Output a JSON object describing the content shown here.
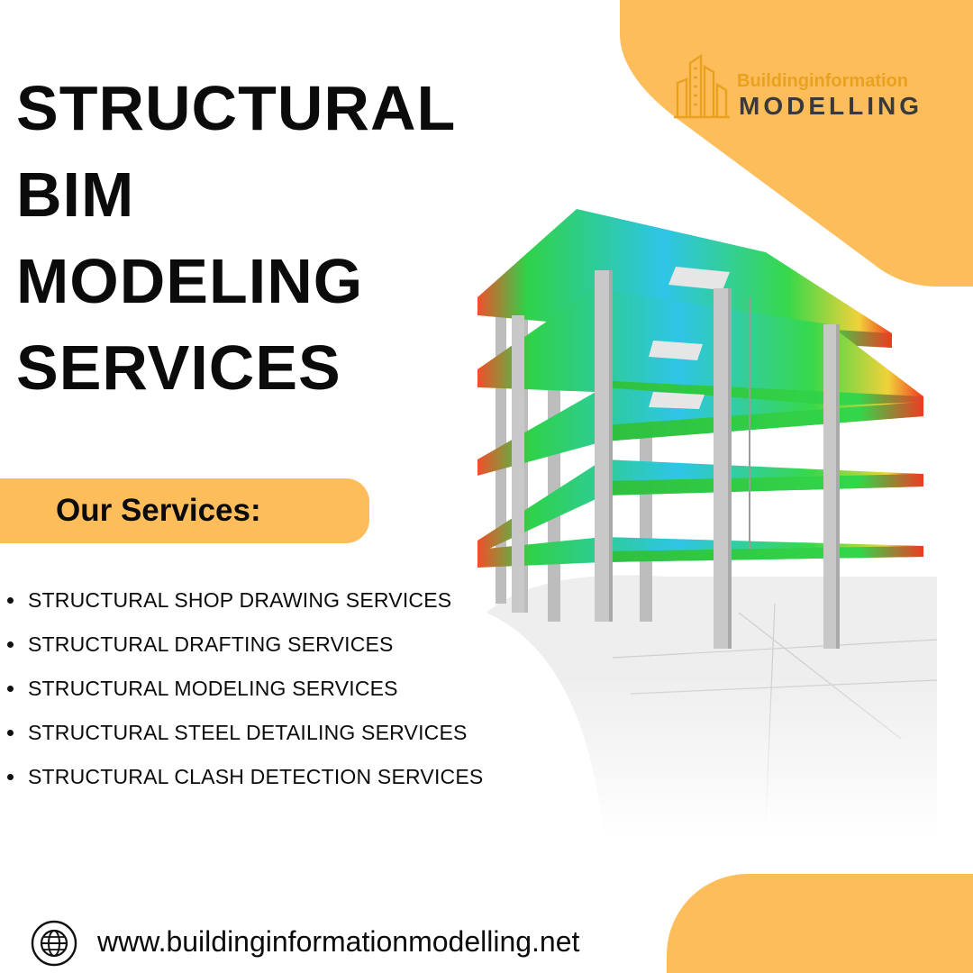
{
  "headline": {
    "lines": [
      "STRUCTURAL",
      "BIM",
      "MODELING",
      "SERVICES"
    ]
  },
  "logo": {
    "top_text": "Buildinginformation",
    "bottom_text": "MODELLING",
    "icon": "building-logo-icon"
  },
  "services": {
    "heading": "Our Services:",
    "items": [
      "STRUCTURAL SHOP DRAWING SERVICES",
      "STRUCTURAL DRAFTING SERVICES",
      "STRUCTURAL MODELING SERVICES",
      "STRUCTURAL STEEL DETAILING SERVICES",
      "STRUCTURAL CLASH DETECTION SERVICES"
    ]
  },
  "footer": {
    "website": "www.buildinginformationmodelling.net",
    "icon": "globe-icon"
  },
  "colors": {
    "accent": "#FDBD5A",
    "logo_top": "#E8A21F",
    "logo_bottom": "#3a3a3a",
    "text": "#0b0b0b"
  }
}
